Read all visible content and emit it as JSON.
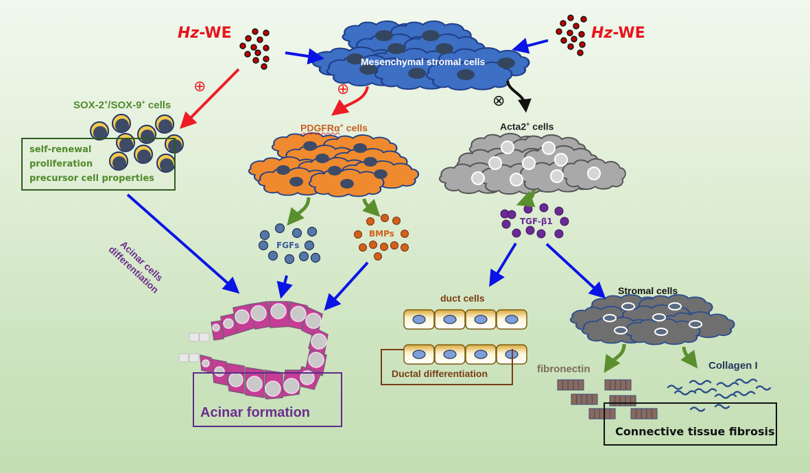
{
  "title": "Hz-WE effects on salivary gland regeneration pathway",
  "labels": {
    "hzwe_left": {
      "italic": "Hz",
      "rest": "-WE"
    },
    "hzwe_right": {
      "italic": "Hz",
      "rest": "-WE"
    },
    "msc": "Mesenchymal stromal cells",
    "sox_cells": {
      "main": "SOX-2",
      "sup1": "+",
      "mid": "/SOX-9",
      "sup2": "+",
      "tail": " cells"
    },
    "sox_props": [
      "self-renewal",
      "proliferation",
      "precursor cell properties"
    ],
    "pdgfr_cells": {
      "main": "PDGFRα",
      "sup": "+",
      "tail": " cells"
    },
    "acta2_cells": {
      "main": "Acta2",
      "sup": "+",
      "tail": " cells"
    },
    "fgfs": "FGFs",
    "bmps": "BMPs",
    "tgfb1": "TGF-β1",
    "acinar_diff": [
      "Acinar cells",
      "differentiation"
    ],
    "acinar_formation": "Acinar formation",
    "duct_cells": "duct cells",
    "ductal_diff": "Ductal differentiation",
    "stromal_cells": "Stromal cells",
    "fibronectin": "fibronectin",
    "collagen": "Collagen I",
    "fibrosis": "Connective tissue fibrosis"
  },
  "symbols": {
    "promote": "⊕",
    "inhibit": "⊗"
  },
  "colors": {
    "hz_red": "#e8141b",
    "arrow_blue": "#0a14e6",
    "arrow_green": "#5a8f2e",
    "msc_blue": "#3d6fc4",
    "pdgfr_orange": "#f08a2e",
    "acta2_gray": "#a9a9a9",
    "stromal_darkgray": "#6f6f6f",
    "acinar_magenta": "#c63d95",
    "tgf_purple": "#6a2a96",
    "fgf_blue": "#5577aa",
    "bmp_orange": "#d0601a",
    "label_green": "#4f8a2a",
    "label_purple": "#6b2e8e",
    "label_brown": "#7a3b14",
    "label_darkblue": "#23395d"
  }
}
